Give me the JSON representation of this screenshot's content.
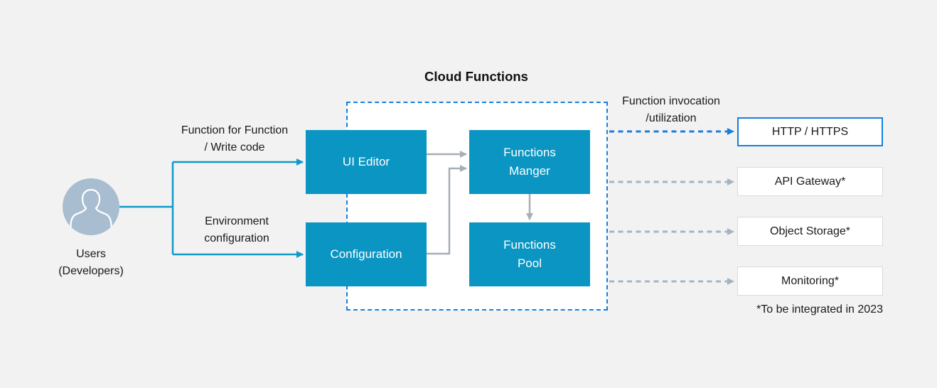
{
  "title": "Cloud Functions",
  "user": {
    "label": "Users\n(Developers)"
  },
  "labels": {
    "write_code": "Function for Function\n/ Write code",
    "environment": "Environment\nconfiguration",
    "invocation": "Function invocation\n/utilization"
  },
  "nodes": {
    "ui_editor": "UI Editor",
    "functions_manger": "Functions\nManger",
    "configuration": "Configuration",
    "functions_pool": "Functions\nPool"
  },
  "endpoints": {
    "http": "HTTP / HTTPS",
    "api_gateway": "API Gateway*",
    "object_storage": "Object Storage*",
    "monitoring": "Monitoring*"
  },
  "footnote": "*To be integrated in 2023",
  "colors": {
    "background": "#f2f2f2",
    "node_fill": "#0a95c3",
    "node_text": "#ffffff",
    "solid_blue_arrow": "#0f9bca",
    "dashed_blue": "#157fe0",
    "dashed_gray": "#a4b4c4",
    "solid_gray": "#a8aeb5",
    "endpoint_border": "#d7dadc",
    "http_border": "#157fe0",
    "avatar_fill": "#a9bdd1",
    "text": "#1a1a1a"
  }
}
